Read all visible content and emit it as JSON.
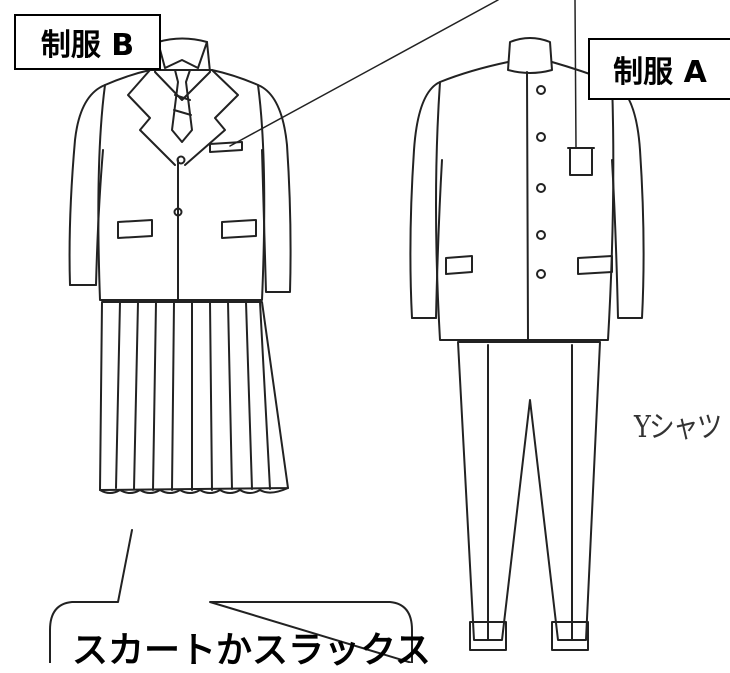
{
  "labels": {
    "uniform_b": "制服 B",
    "uniform_a": "制服 A",
    "shirt": "Yシャツ",
    "bottoms": "スカートかスラックス"
  }
}
